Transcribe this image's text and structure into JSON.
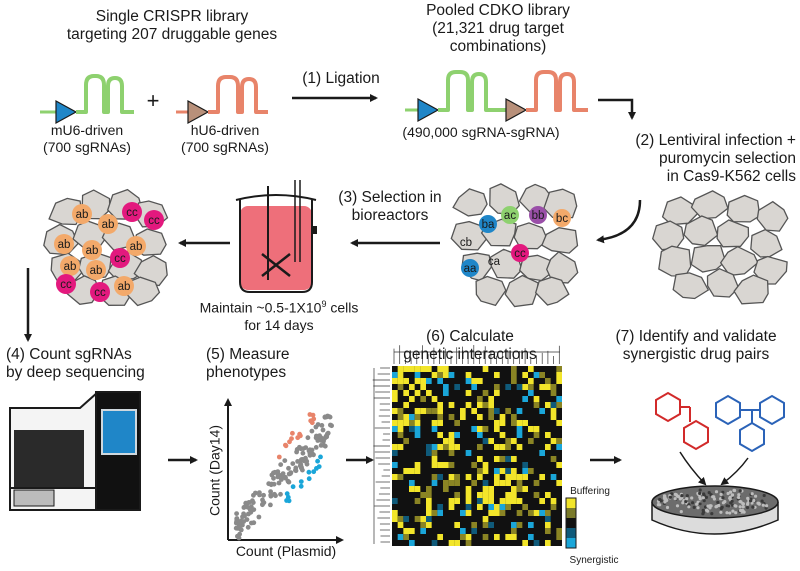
{
  "library": {
    "single_title": [
      "Single CRISPR library",
      "targeting 207 druggable genes"
    ],
    "pooled_title": [
      "Pooled CDKO library",
      "(21,321 drug target",
      "combinations)"
    ],
    "mU6_label": [
      "mU6-driven",
      "(700 sgRNAs)"
    ],
    "hU6_label": [
      "hU6-driven",
      "(700 sgRNAs)"
    ],
    "pooled_count": "(490,000 sgRNA-sgRNA)",
    "plus_sign": "+"
  },
  "steps": {
    "step1": "(1) Ligation",
    "step2": [
      "(2) Lentiviral infection +",
      "puromycin selection",
      "in Cas9-K562 cells"
    ],
    "step3": [
      "(3) Selection in",
      "bioreactors"
    ],
    "maintain": [
      "Maintain ~0.5-1X10",
      "9",
      " cells",
      "for 14 days"
    ],
    "step4": [
      "(4) Count sgRNAs",
      "by deep sequencing"
    ],
    "step5": [
      "(5) Measure",
      "phenotypes"
    ],
    "step6": [
      "(6) Calculate",
      "genetic interactions"
    ],
    "step7": [
      "(7) Identify and validate",
      "synergistic drug pairs"
    ]
  },
  "cell_labels": {
    "infected": [
      "ba",
      "ac",
      "bb",
      "bc",
      "cb",
      "cc",
      "ca",
      "aa"
    ],
    "selected": [
      "ab",
      "cc",
      "ab",
      "cc",
      "ab",
      "ab",
      "ab",
      "cc",
      "ab",
      "cc",
      "ab",
      "cc",
      "ab"
    ]
  },
  "scatter": {
    "xlabel": "Count (Plasmid)",
    "ylabel": "Count (Day14)"
  },
  "heatmap": {
    "legend_top": "Buffering",
    "legend_bottom": "Synergistic"
  },
  "colors": {
    "green_sgrna": "#8ed16f",
    "orange_sgrna": "#e8846a",
    "mU6_promoter": "#1f86c8",
    "hU6_promoter": "#b8907a",
    "cell_gray": "#d9d6d2",
    "bioreactor_liquid": "#ee6f7a",
    "pink_cell": "#e3197e",
    "orange_cell": "#f3a96a",
    "heat_yellow": "#f2e52a",
    "heat_blue": "#1aa6d9",
    "drug_red": "#d22a2a",
    "drug_blue": "#2b63b8"
  }
}
